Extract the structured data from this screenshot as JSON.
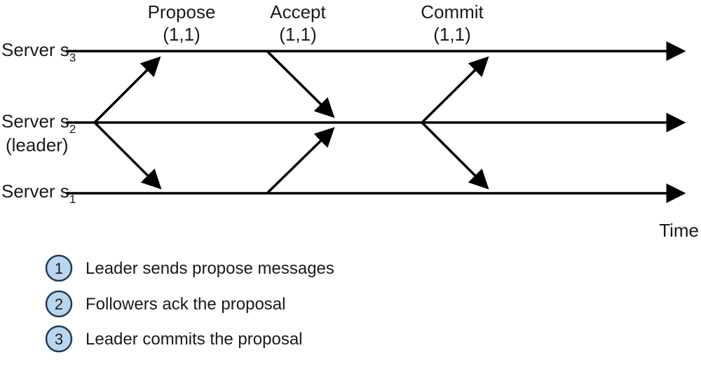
{
  "servers": [
    {
      "id": "s3",
      "name": "Server s",
      "sub": "3",
      "role": ""
    },
    {
      "id": "s2",
      "name": "Server s",
      "sub": "2",
      "role": "(leader)"
    },
    {
      "id": "s1",
      "name": "Server s",
      "sub": "1",
      "role": ""
    }
  ],
  "phases": [
    {
      "name": "Propose",
      "value": "(1,1)"
    },
    {
      "name": "Accept",
      "value": "(1,1)"
    },
    {
      "name": "Commit",
      "value": "(1,1)"
    }
  ],
  "time_label": "Time",
  "legend": [
    {
      "number": "1",
      "text": "Leader sends propose messages"
    },
    {
      "number": "2",
      "text": "Followers ack the proposal"
    },
    {
      "number": "3",
      "text": "Leader commits the proposal"
    }
  ],
  "colors": {
    "line": "#000000",
    "badge_fill": "#b9d6ee",
    "badge_stroke": "#1f3a55"
  }
}
